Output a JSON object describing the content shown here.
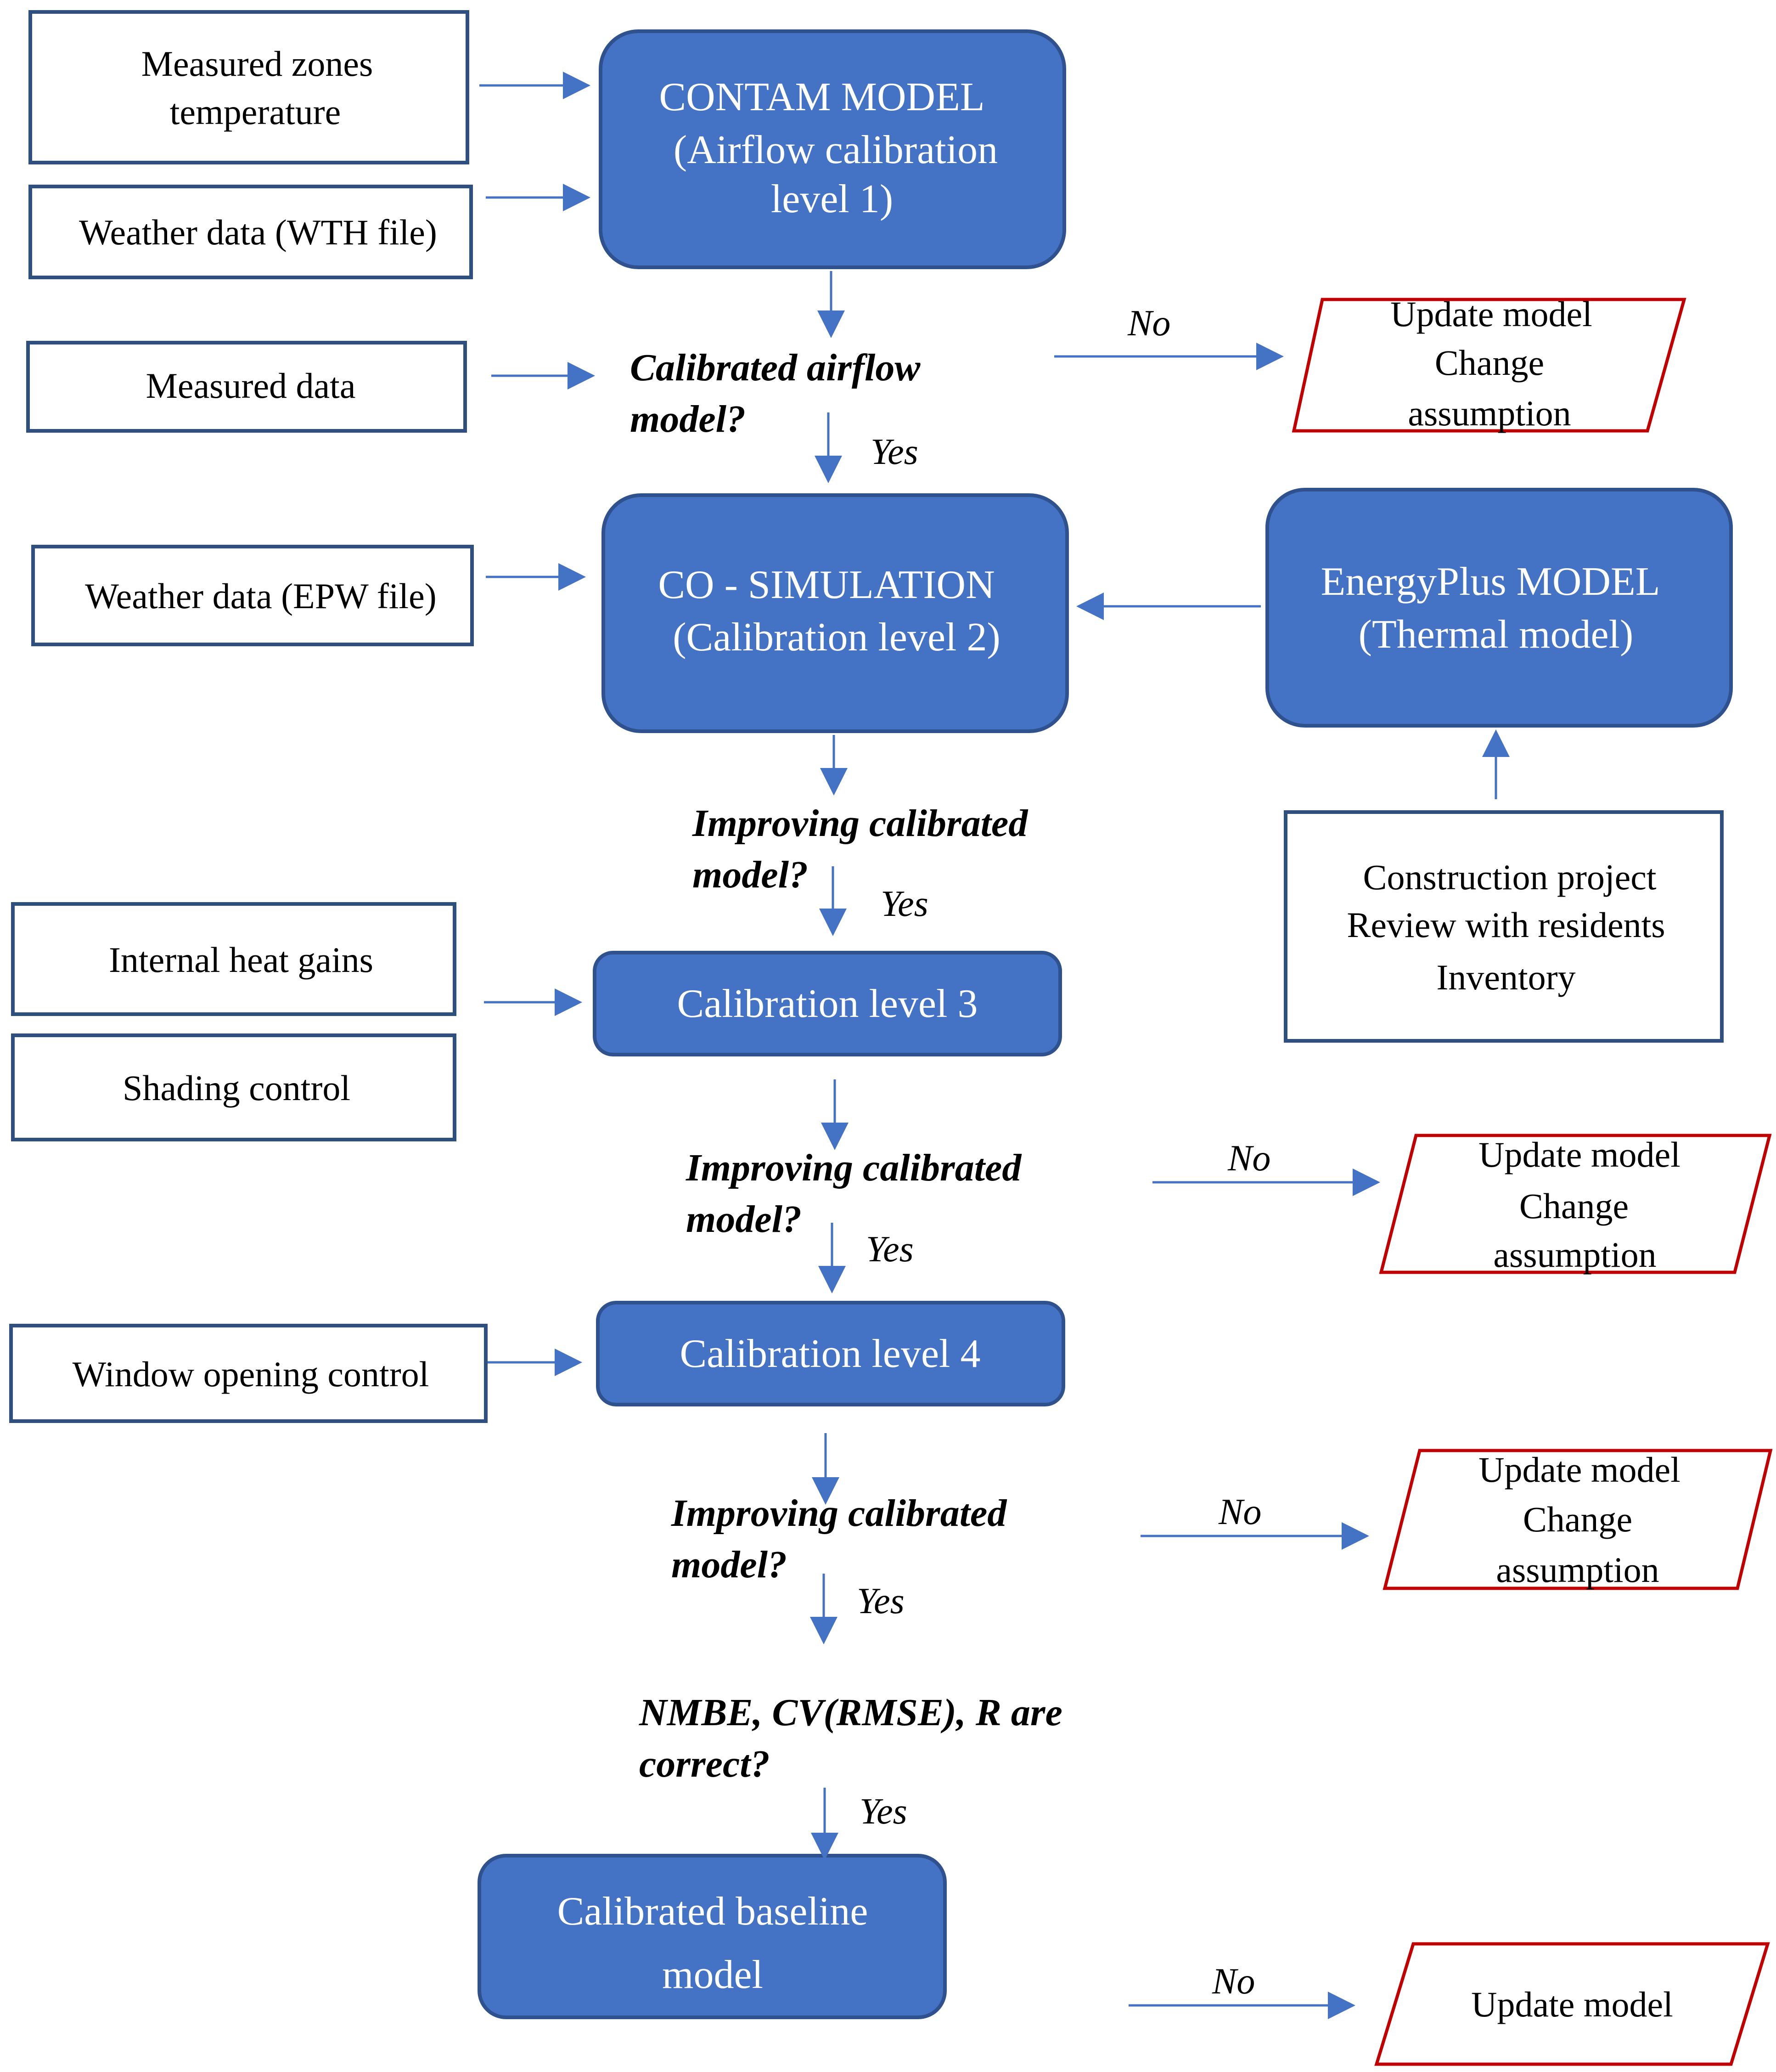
{
  "inputs": {
    "measured_zones": [
      "Measured zones",
      "temperature"
    ],
    "weather_wth": "Weather data (WTH file)",
    "measured_data": "Measured data",
    "weather_epw": "Weather data (EPW file)",
    "internal_gains": "Internal heat gains",
    "shading": "Shading control",
    "window": "Window opening control",
    "construction": [
      "Construction project",
      "Review with residents",
      "Inventory"
    ]
  },
  "process": {
    "contam": [
      "CONTAM MODEL",
      "(Airflow calibration",
      "level 1)"
    ],
    "cosim": [
      "CO - SIMULATION",
      "(Calibration level 2)"
    ],
    "energyplus": [
      "EnergyPlus MODEL",
      "(Thermal model)"
    ],
    "level3": "Calibration level 3",
    "level4": "Calibration level 4",
    "baseline": [
      "Calibrated baseline",
      "model"
    ]
  },
  "decisions": {
    "airflow": [
      "Calibrated airflow",
      "model?"
    ],
    "improve": [
      "Improving calibrated",
      "model?"
    ],
    "stats": [
      "NMBE, CV(RMSE), R are",
      "correct?"
    ]
  },
  "labels": {
    "yes": "Yes",
    "no": "No"
  },
  "updates": {
    "full": [
      "Update model",
      "Change",
      "assumption"
    ],
    "short": "Update model"
  }
}
